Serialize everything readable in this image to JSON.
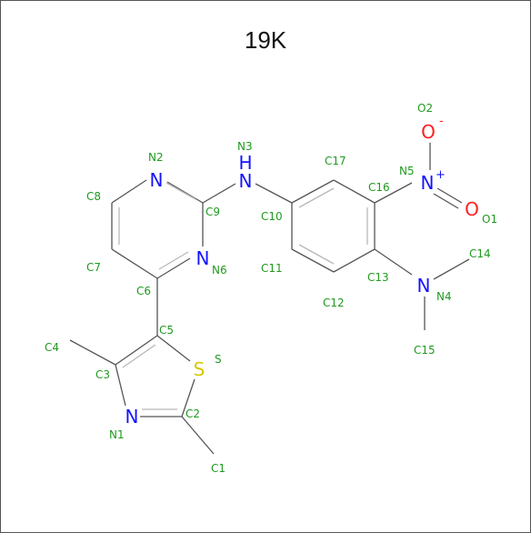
{
  "title": "19K",
  "colors": {
    "nitrogen": "#1414ff",
    "oxygen": "#ff2020",
    "sulfur": "#d6c800",
    "label": "#1f9a1f",
    "bond": "#555555"
  },
  "atoms": {
    "N2": "N",
    "N3": "H",
    "N3b": "N",
    "N5": "N",
    "N6": "N",
    "N4": "N",
    "N1": "N",
    "S": "S",
    "O2": "O",
    "O1": "O"
  },
  "charges": {
    "O2": "-",
    "N5": "+"
  },
  "labels": {
    "N2": "N2",
    "N3": "N3",
    "C17": "C17",
    "O2": "O2",
    "N5": "N5",
    "C8": "C8",
    "C9": "C9",
    "C10": "C10",
    "C16": "C16",
    "O1": "O1",
    "C7": "C7",
    "N6": "N6",
    "C11": "C11",
    "C13": "C13",
    "C14": "C14",
    "C6": "C6",
    "N4": "N4",
    "C12": "C12",
    "C5": "C5",
    "C4": "C4",
    "S": "S",
    "C3": "C3",
    "C15": "C15",
    "C2": "C2",
    "N1": "N1",
    "C1": "C1"
  }
}
